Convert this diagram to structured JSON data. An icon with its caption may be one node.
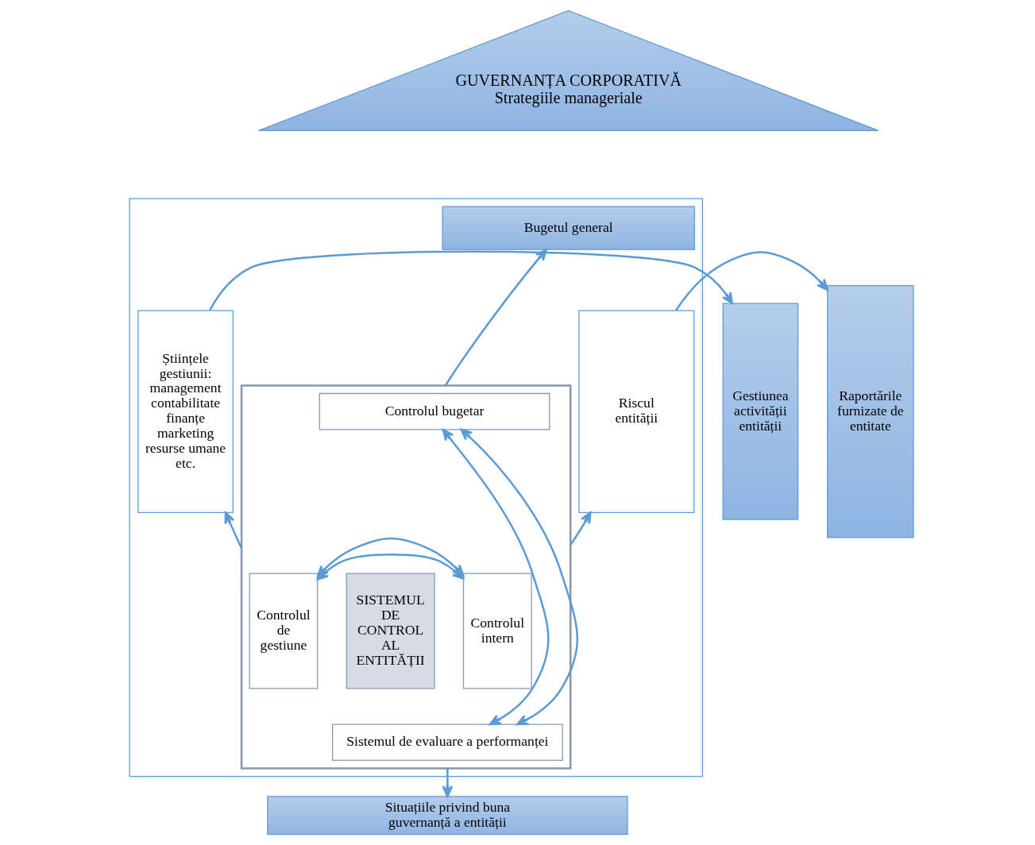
{
  "diagram": {
    "nodes": [
      {
        "text": [
          "GUVERNANȚA CORPORATIVĂ",
          "Strategiile manageriale"
        ]
      },
      {
        "text": [],
        "shape": "box"
      },
      {
        "text": [
          "Bugetul general"
        ],
        "in": 1
      },
      {
        "text": [
          "Gestiunea activității entității"
        ]
      },
      {
        "text": [
          "Științele gestiunii:",
          "management contabilitate finanțe marketing resurse umane etc."
        ],
        "in": 1
      },
      {
        "text": [],
        "shape": "box",
        "in": 1
      },
      {
        "text": [
          "Controlul bugetar"
        ],
        "in": 5
      },
      {
        "text": [
          "Controlul de gestiune"
        ],
        "in": 5
      },
      {
        "text": [
          "SISTEMUL DE CONTROL AL ENTITĂȚII"
        ],
        "in": 5
      },
      {
        "text": [
          "Controlul intern"
        ],
        "in": 5
      },
      {
        "text": [
          "Sistemul de evaluare a performanței"
        ],
        "in": 5
      },
      {
        "text": [
          "Riscul entității"
        ],
        "in": 1
      },
      {
        "text": [
          "Raportările furnizate de entitate"
        ]
      },
      {
        "text": [
          "Situațiile privind buna guvernanță a entității"
        ]
      }
    ],
    "edges": [
      {
        "from": 5,
        "to": 2,
        "arrow": "to"
      },
      {
        "from": 5,
        "to": 4,
        "arrow": "to"
      },
      {
        "from": 4,
        "to": 3,
        "arrow": "to"
      },
      {
        "from": 5,
        "to": 11,
        "arrow": "to"
      },
      {
        "from": 11,
        "to": 12,
        "arrow": "to"
      },
      {
        "from": 5,
        "to": 13,
        "arrow": "to"
      },
      {
        "from": 6,
        "to": 10,
        "arrow": "both"
      },
      {
        "from": 6,
        "to": 10,
        "arrow": "both"
      },
      {
        "from": 7,
        "to": 9,
        "arrow": "both"
      },
      {
        "from": 7,
        "to": 9,
        "arrow": "both"
      }
    ]
  }
}
